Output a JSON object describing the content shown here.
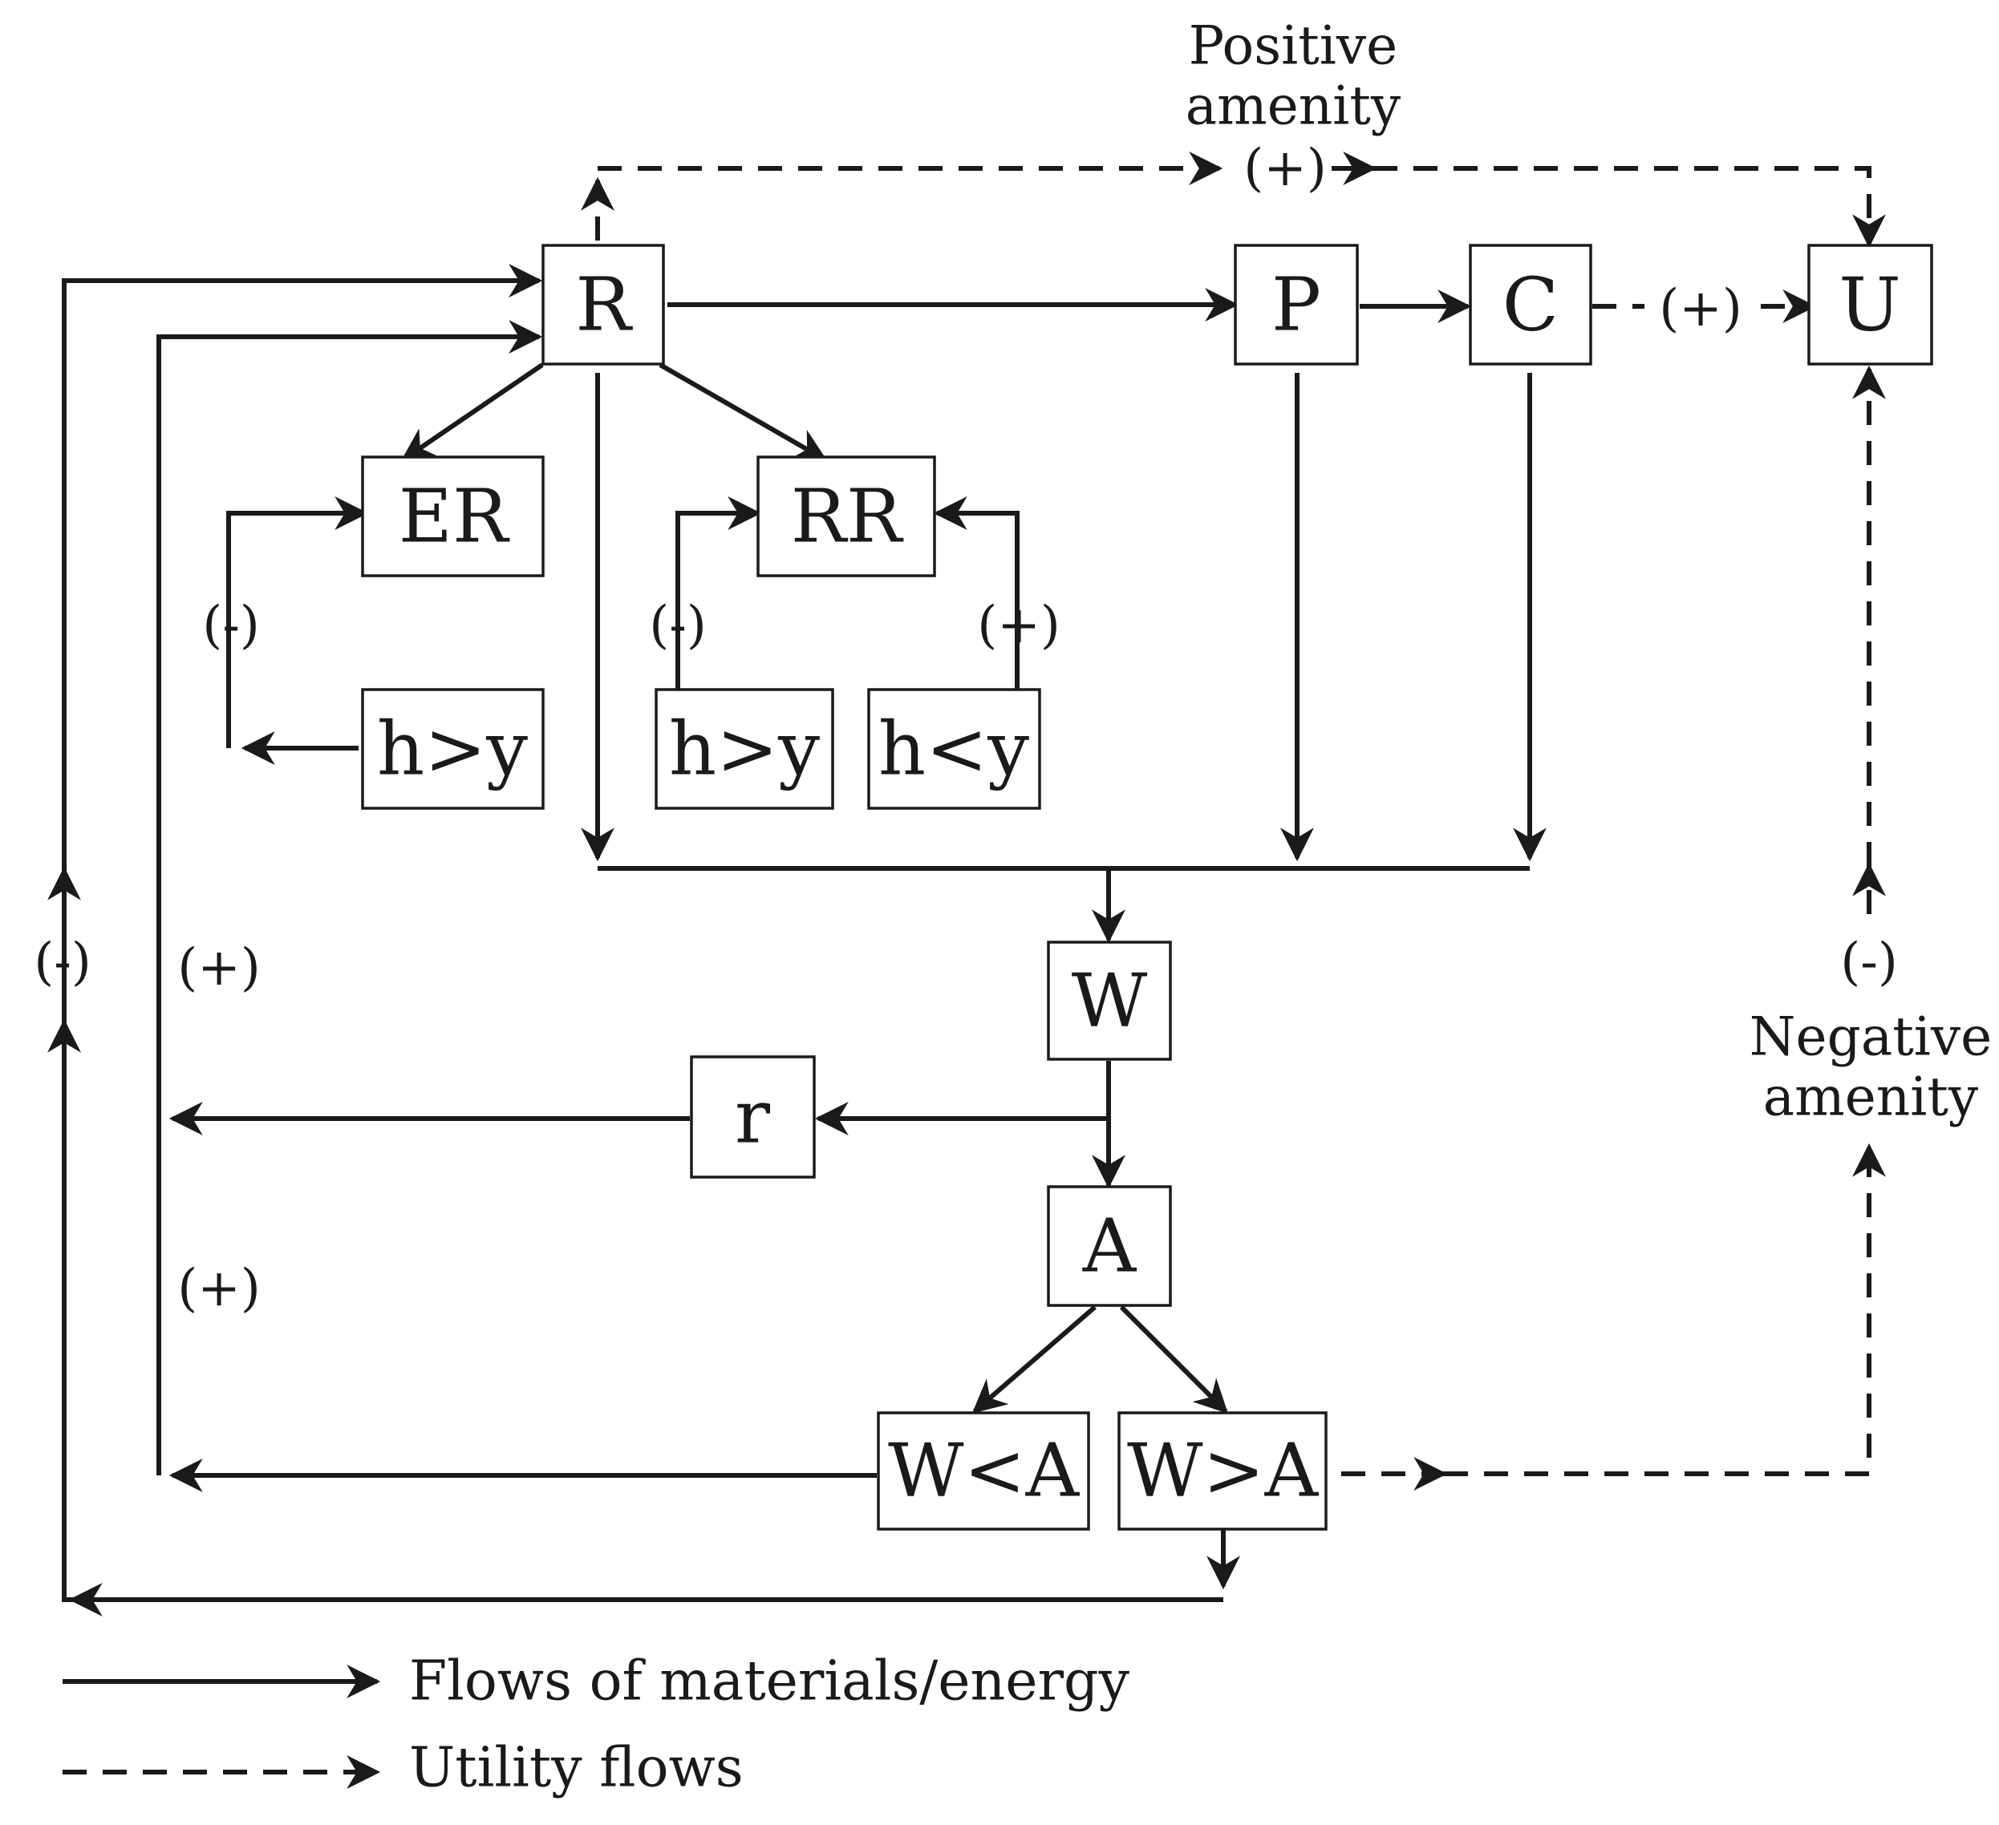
{
  "nodes": {
    "R": "R",
    "P": "P",
    "C": "C",
    "U": "U",
    "ER": "ER",
    "RR": "RR",
    "h_gt_y_left": "h>y",
    "h_gt_y_mid": "h>y",
    "h_lt_y": "h<y",
    "W": "W",
    "r": "r",
    "A": "A",
    "W_lt_A": "W<A",
    "W_gt_A": "W>A"
  },
  "signs": {
    "positive_amenity": "(+)",
    "c_to_u": "(+)",
    "er_feedback": "(-)",
    "rr_feedback_minus": "(-)",
    "rr_feedback_plus": "(+)",
    "outer_minus": "(-)",
    "recycle_plus_upper": "(+)",
    "recycle_plus_lower": "(+)",
    "negative_amenity": "(-)"
  },
  "captions": {
    "positive_amenity_line1": "Positive",
    "positive_amenity_line2": "amenity",
    "negative_amenity_line1": "Negative",
    "negative_amenity_line2": "amenity"
  },
  "legend": {
    "solid": "Flows of materials/energy",
    "dashed": "Utility flows"
  }
}
